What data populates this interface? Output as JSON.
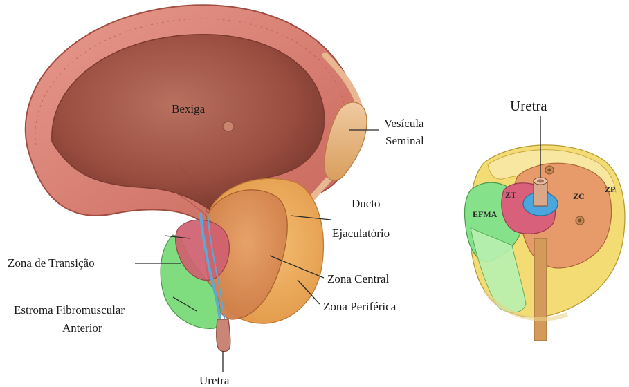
{
  "left_diagram": {
    "labels": {
      "bexiga": "Bexiga",
      "vesicula_line1": "Vesícula",
      "vesicula_line2": "Seminal",
      "ducto_line1": "Ducto",
      "ducto_line2": "Ejaculatório",
      "zona_transicao": "Zona de Transição",
      "zona_central": "Zona Central",
      "zona_periferica": "Zona Periférica",
      "estroma_line1": "Estroma Fibromuscular",
      "estroma_line2": "Anterior",
      "uretra": "Uretra"
    }
  },
  "right_diagram": {
    "labels": {
      "uretra": "Uretra",
      "zt": "ZT",
      "zc": "ZC",
      "zp": "ZP",
      "efma": "EFMA"
    }
  },
  "colors": {
    "bladder_wall": "#d9857a",
    "bladder_inner": "#a85a4c",
    "peripheral_zone": "#eaa858",
    "central_zone": "#dc8e58",
    "transition_zone": "#cc5a6a",
    "fibromuscular_stroma": "#7cd87c",
    "urethra_blue": "#4aa6dc",
    "zp_yellow": "#f3da72",
    "seminal_vesicle": "#e6b87a"
  }
}
